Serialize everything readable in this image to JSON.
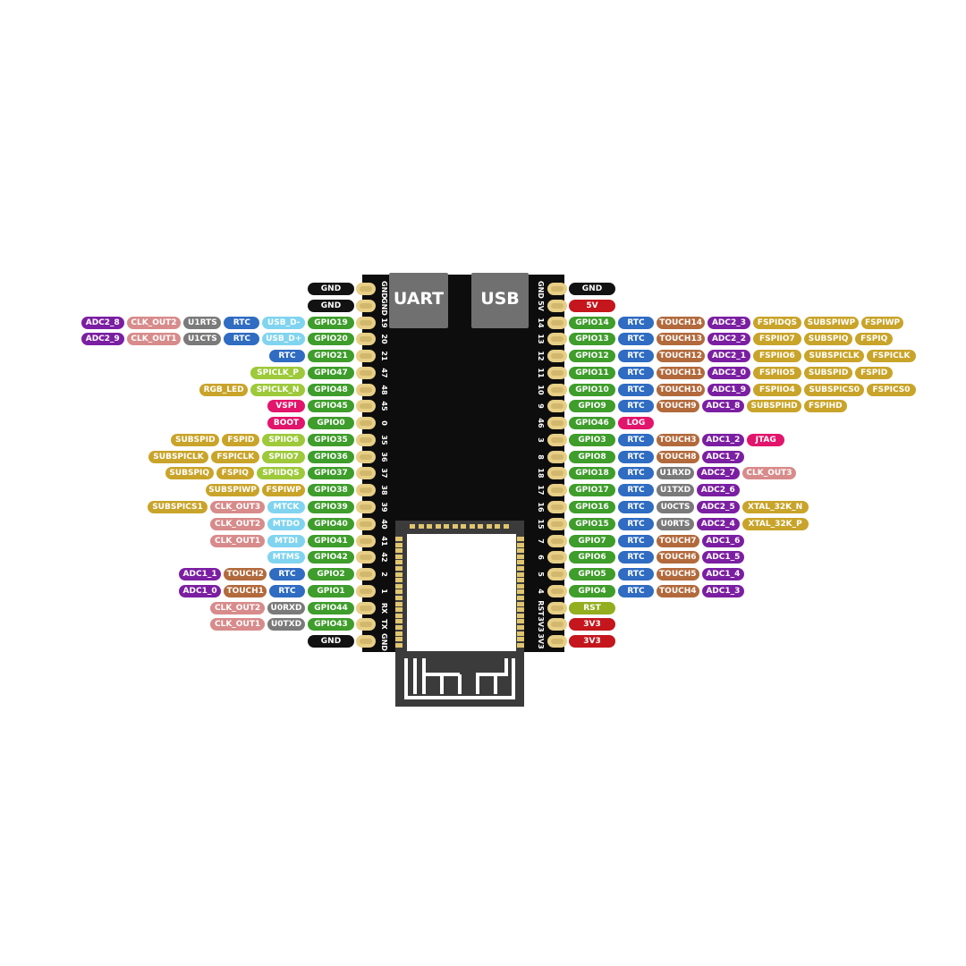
{
  "board": {
    "chips": [
      "UART",
      "USB"
    ]
  },
  "colors": {
    "gnd": "#121212",
    "pwr": "#c4161c",
    "gpio": "#3e9d2b",
    "rtc": "#2f6cc2",
    "touch": "#b26a3c",
    "adc": "#7b1fa2",
    "fspi": "#c9a42a",
    "spiclk": "#9dc93a",
    "usb": "#80d4ef",
    "clk": "#d88b8b",
    "uart": "#7a7a7a",
    "mag": "#e3146b",
    "rst": "#93ae1e"
  },
  "left_pins": [
    {
      "num": "GND",
      "labels": [
        {
          "t": "GND",
          "c": "gnd"
        }
      ]
    },
    {
      "num": "GND",
      "labels": [
        {
          "t": "GND",
          "c": "gnd"
        }
      ]
    },
    {
      "num": "19",
      "labels": [
        {
          "t": "GPIO19",
          "c": "gpio"
        },
        {
          "t": "USB_D-",
          "c": "usb"
        },
        {
          "t": "RTC",
          "c": "rtc"
        },
        {
          "t": "U1RTS",
          "c": "uart"
        },
        {
          "t": "CLK_OUT2",
          "c": "clk"
        },
        {
          "t": "ADC2_8",
          "c": "adc"
        }
      ]
    },
    {
      "num": "20",
      "labels": [
        {
          "t": "GPIO20",
          "c": "gpio"
        },
        {
          "t": "USB_D+",
          "c": "usb"
        },
        {
          "t": "RTC",
          "c": "rtc"
        },
        {
          "t": "U1CTS",
          "c": "uart"
        },
        {
          "t": "CLK_OUT1",
          "c": "clk"
        },
        {
          "t": "ADC2_9",
          "c": "adc"
        }
      ]
    },
    {
      "num": "21",
      "labels": [
        {
          "t": "GPIO21",
          "c": "gpio"
        },
        {
          "t": "RTC",
          "c": "rtc"
        }
      ]
    },
    {
      "num": "47",
      "labels": [
        {
          "t": "GPIO47",
          "c": "gpio"
        },
        {
          "t": "SPICLK_P",
          "c": "spiclk"
        }
      ]
    },
    {
      "num": "48",
      "labels": [
        {
          "t": "GPIO48",
          "c": "gpio"
        },
        {
          "t": "SPICLK_N",
          "c": "spiclk"
        },
        {
          "t": "RGB_LED",
          "c": "fspi"
        }
      ]
    },
    {
      "num": "45",
      "labels": [
        {
          "t": "GPIO45",
          "c": "gpio"
        },
        {
          "t": "VSPI",
          "c": "mag"
        }
      ]
    },
    {
      "num": "0",
      "labels": [
        {
          "t": "GPIO0",
          "c": "gpio"
        },
        {
          "t": "BOOT",
          "c": "mag"
        }
      ]
    },
    {
      "num": "35",
      "labels": [
        {
          "t": "GPIO35",
          "c": "gpio"
        },
        {
          "t": "SPIIO6",
          "c": "spiclk"
        },
        {
          "t": "FSPID",
          "c": "fspi"
        },
        {
          "t": "SUBSPID",
          "c": "fspi"
        }
      ]
    },
    {
      "num": "36",
      "labels": [
        {
          "t": "GPIO36",
          "c": "gpio"
        },
        {
          "t": "SPIIO7",
          "c": "spiclk"
        },
        {
          "t": "FSPICLK",
          "c": "fspi"
        },
        {
          "t": "SUBSPICLK",
          "c": "fspi"
        }
      ]
    },
    {
      "num": "37",
      "labels": [
        {
          "t": "GPIO37",
          "c": "gpio"
        },
        {
          "t": "SPIIDQS",
          "c": "spiclk"
        },
        {
          "t": "FSPIQ",
          "c": "fspi"
        },
        {
          "t": "SUBSPIQ",
          "c": "fspi"
        }
      ]
    },
    {
      "num": "38",
      "labels": [
        {
          "t": "GPIO38",
          "c": "gpio"
        },
        {
          "t": "FSPIWP",
          "c": "fspi"
        },
        {
          "t": "SUBSPIWP",
          "c": "fspi"
        }
      ]
    },
    {
      "num": "39",
      "labels": [
        {
          "t": "GPIO39",
          "c": "gpio"
        },
        {
          "t": "MTCK",
          "c": "usb"
        },
        {
          "t": "CLK_OUT3",
          "c": "clk"
        },
        {
          "t": "SUBSPICS1",
          "c": "fspi"
        }
      ]
    },
    {
      "num": "40",
      "labels": [
        {
          "t": "GPIO40",
          "c": "gpio"
        },
        {
          "t": "MTDO",
          "c": "usb"
        },
        {
          "t": "CLK_OUT2",
          "c": "clk"
        }
      ]
    },
    {
      "num": "41",
      "labels": [
        {
          "t": "GPIO41",
          "c": "gpio"
        },
        {
          "t": "MTDI",
          "c": "usb"
        },
        {
          "t": "CLK_OUT1",
          "c": "clk"
        }
      ]
    },
    {
      "num": "42",
      "labels": [
        {
          "t": "GPIO42",
          "c": "gpio"
        },
        {
          "t": "MTMS",
          "c": "usb"
        }
      ]
    },
    {
      "num": "2",
      "labels": [
        {
          "t": "GPIO2",
          "c": "gpio"
        },
        {
          "t": "RTC",
          "c": "rtc"
        },
        {
          "t": "TOUCH2",
          "c": "touch"
        },
        {
          "t": "ADC1_1",
          "c": "adc"
        }
      ]
    },
    {
      "num": "1",
      "labels": [
        {
          "t": "GPIO1",
          "c": "gpio"
        },
        {
          "t": "RTC",
          "c": "rtc"
        },
        {
          "t": "TOUCH1",
          "c": "touch"
        },
        {
          "t": "ADC1_0",
          "c": "adc"
        }
      ]
    },
    {
      "num": "RX",
      "labels": [
        {
          "t": "GPIO44",
          "c": "gpio"
        },
        {
          "t": "U0RXD",
          "c": "uart"
        },
        {
          "t": "CLK_OUT2",
          "c": "clk"
        }
      ]
    },
    {
      "num": "TX",
      "labels": [
        {
          "t": "GPIO43",
          "c": "gpio"
        },
        {
          "t": "U0TXD",
          "c": "uart"
        },
        {
          "t": "CLK_OUT1",
          "c": "clk"
        }
      ]
    },
    {
      "num": "GND",
      "labels": [
        {
          "t": "GND",
          "c": "gnd"
        }
      ]
    }
  ],
  "right_pins": [
    {
      "num": "GND",
      "labels": [
        {
          "t": "GND",
          "c": "gnd"
        }
      ]
    },
    {
      "num": "5V",
      "labels": [
        {
          "t": "5V",
          "c": "pwr"
        }
      ]
    },
    {
      "num": "14",
      "labels": [
        {
          "t": "GPIO14",
          "c": "gpio"
        },
        {
          "t": "RTC",
          "c": "rtc"
        },
        {
          "t": "TOUCH14",
          "c": "touch"
        },
        {
          "t": "ADC2_3",
          "c": "adc"
        },
        {
          "t": "FSPIDQS",
          "c": "fspi"
        },
        {
          "t": "SUBSPIWP",
          "c": "fspi"
        },
        {
          "t": "FSPIWP",
          "c": "fspi"
        }
      ]
    },
    {
      "num": "13",
      "labels": [
        {
          "t": "GPIO13",
          "c": "gpio"
        },
        {
          "t": "RTC",
          "c": "rtc"
        },
        {
          "t": "TOUCH13",
          "c": "touch"
        },
        {
          "t": "ADC2_2",
          "c": "adc"
        },
        {
          "t": "FSPIIO7",
          "c": "fspi"
        },
        {
          "t": "SUBSPIQ",
          "c": "fspi"
        },
        {
          "t": "FSPIQ",
          "c": "fspi"
        }
      ]
    },
    {
      "num": "12",
      "labels": [
        {
          "t": "GPIO12",
          "c": "gpio"
        },
        {
          "t": "RTC",
          "c": "rtc"
        },
        {
          "t": "TOUCH12",
          "c": "touch"
        },
        {
          "t": "ADC2_1",
          "c": "adc"
        },
        {
          "t": "FSPIIO6",
          "c": "fspi"
        },
        {
          "t": "SUBSPICLK",
          "c": "fspi"
        },
        {
          "t": "FSPICLK",
          "c": "fspi"
        }
      ]
    },
    {
      "num": "11",
      "labels": [
        {
          "t": "GPIO11",
          "c": "gpio"
        },
        {
          "t": "RTC",
          "c": "rtc"
        },
        {
          "t": "TOUCH11",
          "c": "touch"
        },
        {
          "t": "ADC2_0",
          "c": "adc"
        },
        {
          "t": "FSPIIO5",
          "c": "fspi"
        },
        {
          "t": "SUBSPID",
          "c": "fspi"
        },
        {
          "t": "FSPID",
          "c": "fspi"
        }
      ]
    },
    {
      "num": "10",
      "labels": [
        {
          "t": "GPIO10",
          "c": "gpio"
        },
        {
          "t": "RTC",
          "c": "rtc"
        },
        {
          "t": "TOUCH10",
          "c": "touch"
        },
        {
          "t": "ADC1_9",
          "c": "adc"
        },
        {
          "t": "FSPIIO4",
          "c": "fspi"
        },
        {
          "t": "SUBSPICS0",
          "c": "fspi"
        },
        {
          "t": "FSPICS0",
          "c": "fspi"
        }
      ]
    },
    {
      "num": "9",
      "labels": [
        {
          "t": "GPIO9",
          "c": "gpio"
        },
        {
          "t": "RTC",
          "c": "rtc"
        },
        {
          "t": "TOUCH9",
          "c": "touch"
        },
        {
          "t": "ADC1_8",
          "c": "adc"
        },
        {
          "t": "SUBSPIHD",
          "c": "fspi"
        },
        {
          "t": "FSPIHD",
          "c": "fspi"
        }
      ]
    },
    {
      "num": "46",
      "labels": [
        {
          "t": "GPIO46",
          "c": "gpio"
        },
        {
          "t": "LOG",
          "c": "mag"
        }
      ]
    },
    {
      "num": "3",
      "labels": [
        {
          "t": "GPIO3",
          "c": "gpio"
        },
        {
          "t": "RTC",
          "c": "rtc"
        },
        {
          "t": "TOUCH3",
          "c": "touch"
        },
        {
          "t": "ADC1_2",
          "c": "adc"
        },
        {
          "t": "JTAG",
          "c": "mag"
        }
      ]
    },
    {
      "num": "8",
      "labels": [
        {
          "t": "GPIO8",
          "c": "gpio"
        },
        {
          "t": "RTC",
          "c": "rtc"
        },
        {
          "t": "TOUCH8",
          "c": "touch"
        },
        {
          "t": "ADC1_7",
          "c": "adc"
        }
      ]
    },
    {
      "num": "18",
      "labels": [
        {
          "t": "GPIO18",
          "c": "gpio"
        },
        {
          "t": "RTC",
          "c": "rtc"
        },
        {
          "t": "U1RXD",
          "c": "uart"
        },
        {
          "t": "ADC2_7",
          "c": "adc"
        },
        {
          "t": "CLK_OUT3",
          "c": "clk"
        }
      ]
    },
    {
      "num": "17",
      "labels": [
        {
          "t": "GPIO17",
          "c": "gpio"
        },
        {
          "t": "RTC",
          "c": "rtc"
        },
        {
          "t": "U1TXD",
          "c": "uart"
        },
        {
          "t": "ADC2_6",
          "c": "adc"
        }
      ]
    },
    {
      "num": "16",
      "labels": [
        {
          "t": "GPIO16",
          "c": "gpio"
        },
        {
          "t": "RTC",
          "c": "rtc"
        },
        {
          "t": "U0CTS",
          "c": "uart"
        },
        {
          "t": "ADC2_5",
          "c": "adc"
        },
        {
          "t": "XTAL_32K_N",
          "c": "fspi"
        }
      ]
    },
    {
      "num": "15",
      "labels": [
        {
          "t": "GPIO15",
          "c": "gpio"
        },
        {
          "t": "RTC",
          "c": "rtc"
        },
        {
          "t": "U0RTS",
          "c": "uart"
        },
        {
          "t": "ADC2_4",
          "c": "adc"
        },
        {
          "t": "XTAL_32K_P",
          "c": "fspi"
        }
      ]
    },
    {
      "num": "7",
      "labels": [
        {
          "t": "GPIO7",
          "c": "gpio"
        },
        {
          "t": "RTC",
          "c": "rtc"
        },
        {
          "t": "TOUCH7",
          "c": "touch"
        },
        {
          "t": "ADC1_6",
          "c": "adc"
        }
      ]
    },
    {
      "num": "6",
      "labels": [
        {
          "t": "GPIO6",
          "c": "gpio"
        },
        {
          "t": "RTC",
          "c": "rtc"
        },
        {
          "t": "TOUCH6",
          "c": "touch"
        },
        {
          "t": "ADC1_5",
          "c": "adc"
        }
      ]
    },
    {
      "num": "5",
      "labels": [
        {
          "t": "GPIO5",
          "c": "gpio"
        },
        {
          "t": "RTC",
          "c": "rtc"
        },
        {
          "t": "TOUCH5",
          "c": "touch"
        },
        {
          "t": "ADC1_4",
          "c": "adc"
        }
      ]
    },
    {
      "num": "4",
      "labels": [
        {
          "t": "GPIO4",
          "c": "gpio"
        },
        {
          "t": "RTC",
          "c": "rtc"
        },
        {
          "t": "TOUCH4",
          "c": "touch"
        },
        {
          "t": "ADC1_3",
          "c": "adc"
        }
      ]
    },
    {
      "num": "RST",
      "labels": [
        {
          "t": "RST",
          "c": "rst"
        }
      ]
    },
    {
      "num": "3V3",
      "labels": [
        {
          "t": "3V3",
          "c": "pwr"
        }
      ]
    },
    {
      "num": "3V3",
      "labels": [
        {
          "t": "3V3",
          "c": "pwr"
        }
      ]
    }
  ]
}
